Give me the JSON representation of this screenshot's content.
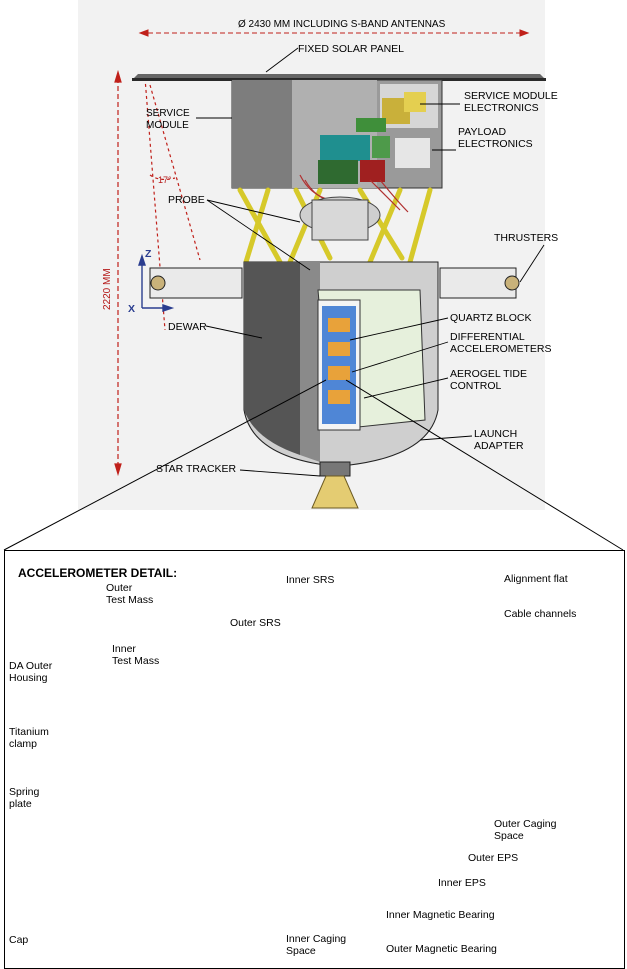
{
  "top": {
    "width_label": "Ø 2430 MM INCLUDING S-BAND ANTENNAS",
    "height_label": "2220 MM",
    "angle_label": "17°",
    "axis_z": "Z",
    "axis_x": "X",
    "labels": {
      "fixed_solar_panel": "FIXED SOLAR PANEL",
      "service_module": "SERVICE\nMODULE",
      "service_module_electronics": "SERVICE MODULE\nELECTRONICS",
      "payload_electronics": "PAYLOAD\nELECTRONICS",
      "probe": "PROBE",
      "thrusters": "THRUSTERS",
      "dewar": "DEWAR",
      "quartz_block": "QUARTZ BLOCK",
      "differential_accelerometers": "DIFFERENTIAL\nACCELEROMETERS",
      "aerogel_tide_control": "AEROGEL TIDE\nCONTROL",
      "launch_adapter": "LAUNCH\nADAPTER",
      "star_tracker": "STAR TRACKER"
    }
  },
  "detail": {
    "heading": "ACCELEROMETER DETAIL:",
    "labels": {
      "outer_test_mass": "Outer\nTest Mass",
      "inner_srs": "Inner SRS",
      "alignment_flat": "Alignment flat",
      "outer_srs": "Outer SRS",
      "cable_channels": "Cable channels",
      "inner_test_mass": "Inner\nTest Mass",
      "da_outer_housing": "DA Outer\nHousing",
      "titanium_clamp": "Titanium\nclamp",
      "spring_plate": "Spring\nplate",
      "outer_caging_space": "Outer Caging\nSpace",
      "outer_eps": "Outer EPS",
      "inner_eps": "Inner EPS",
      "inner_magnetic_bearing": "Inner Magnetic Bearing",
      "cap": "Cap",
      "inner_caging_space": "Inner Caging\nSpace",
      "outer_magnetic_bearing": "Outer Magnetic Bearing"
    }
  },
  "colors": {
    "dimension_red": "#c0201a",
    "strut_yellow": "#d6c92a",
    "module_grey": "#8c8c8c",
    "cap_gold": "#d9a522",
    "housing_cyan": "#39b8c4",
    "flange_copper": "#b5622a",
    "eps_orange": "#e8622c",
    "caging_purple": "#9c84c8",
    "core_green": "#b8dcb0"
  }
}
